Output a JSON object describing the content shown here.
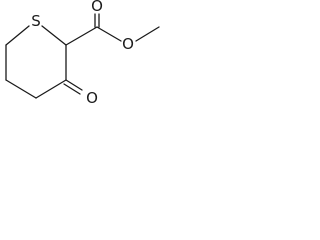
{
  "molecule": {
    "atoms": {
      "sulfur": "S",
      "ring_carbonyl_oxygen": "O",
      "ester_carbonyl_oxygen": "O",
      "ester_ether_oxygen": "O"
    },
    "bond_color": "#1a1a1a"
  }
}
